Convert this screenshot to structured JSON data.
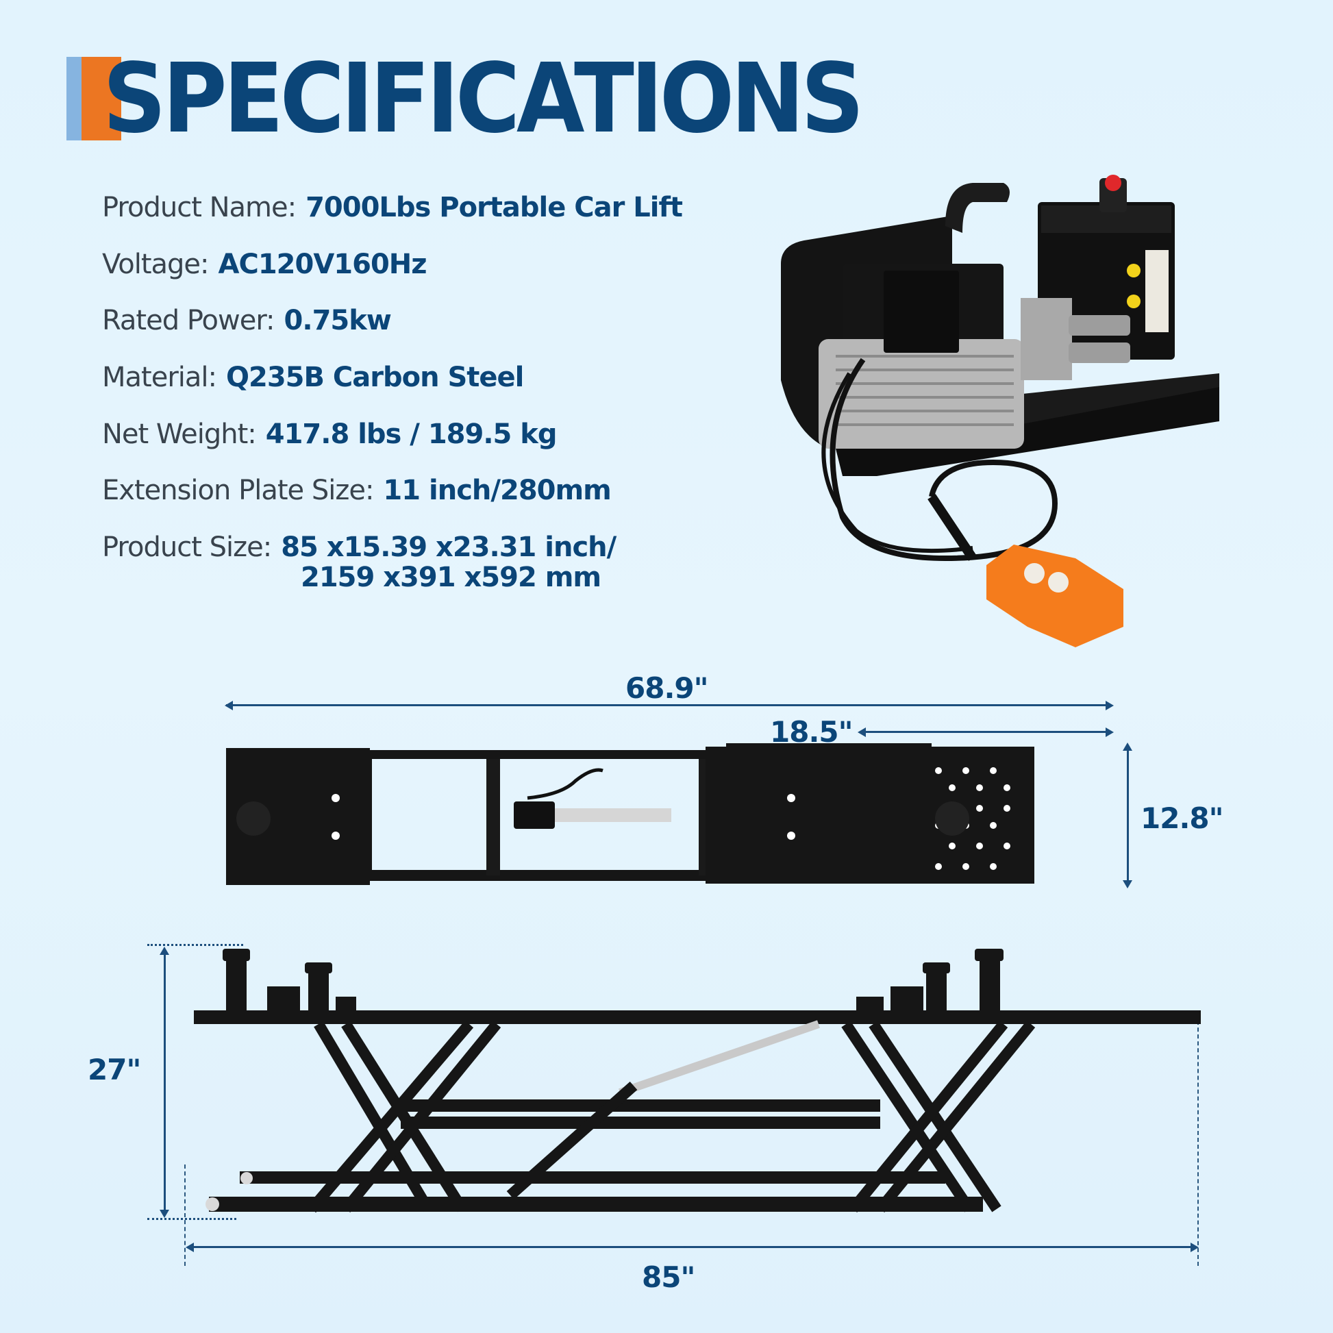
{
  "header": {
    "title": "SPECIFICATIONS",
    "accent_colors": {
      "light_blue": "#86b4e0",
      "orange": "#ec7622",
      "navy": "#0b4578"
    }
  },
  "specs": [
    {
      "label": "Product Name:",
      "value": "7000Lbs Portable Car Lift"
    },
    {
      "label": "Voltage:",
      "value": "AC120V160Hz"
    },
    {
      "label": "Rated Power:",
      "value": "0.75kw"
    },
    {
      "label": "Material:",
      "value": "Q235B Carbon Steel"
    },
    {
      "label": "Net Weight:",
      "value": "417.8 lbs / 189.5 kg"
    },
    {
      "label": "Extension Plate Size:",
      "value": "11 inch/280mm"
    },
    {
      "label": "Product Size:",
      "value": "85 x15.39 x23.31 inch/",
      "value_line2": "2159 x391 x592 mm"
    }
  ],
  "images": {
    "pump_unit": "hydraulic-pump-unit-with-orange-remote",
    "top_view": "lift-top-view",
    "side_view": "lift-side-view-raised"
  },
  "dimensions": {
    "top_length": "68.9\"",
    "extension_length": "18.5\"",
    "top_width": "12.8\"",
    "side_height": "27\"",
    "side_length": "85\""
  }
}
